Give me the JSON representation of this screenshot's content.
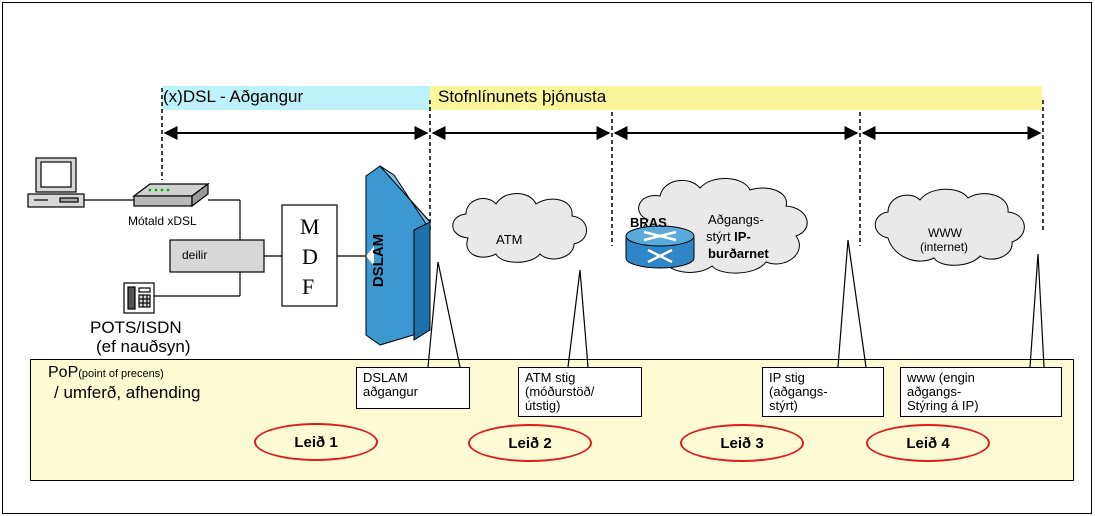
{
  "header": {
    "dsl_access": "(x)DSL - Aðgangur",
    "backbone_service": "Stofnlínunets þjónusta"
  },
  "devices": {
    "modem": "Mótald xDSL",
    "splitter": "deilir",
    "mdf": [
      "M",
      "D",
      "F"
    ],
    "dslam": "DSLAM",
    "phone": "POTS/ISDN",
    "phone_note": "(ef nauðsyn)"
  },
  "clouds": {
    "atm": "ATM",
    "ip_line1": "Aðgangs-",
    "ip_line2_a": "stýrt ",
    "ip_line2_b": "IP-",
    "ip_line3": "burðarnet",
    "bras": "BRAS",
    "www_line1": "WWW",
    "www_line2": "(internet)"
  },
  "pop": {
    "title": "PoP",
    "title_small": "(point of precens)",
    "subtitle": "/ umferð, afhending"
  },
  "levels": [
    {
      "text": "DSLAM\naðgangur"
    },
    {
      "text": "ATM stig\n(móðurstöð/\nútstig)"
    },
    {
      "text": "IP stig\n(aðgangs-\nstýrt)"
    },
    {
      "text": "www (engin\naðgangs-\nStýring á IP)"
    }
  ],
  "routes": [
    "Leið 1",
    "Leið 2",
    "Leið 3",
    "Leið 4"
  ],
  "colors": {
    "dsl_band": "#bff1fb",
    "backbone_band": "#fbf69a",
    "pop_panel": "#fdfbd4",
    "cloud": "#e9e9e9",
    "dslam_blue": "#3c98d1",
    "route_red": "#e01b1b",
    "router_blue": "#2f86c6"
  }
}
